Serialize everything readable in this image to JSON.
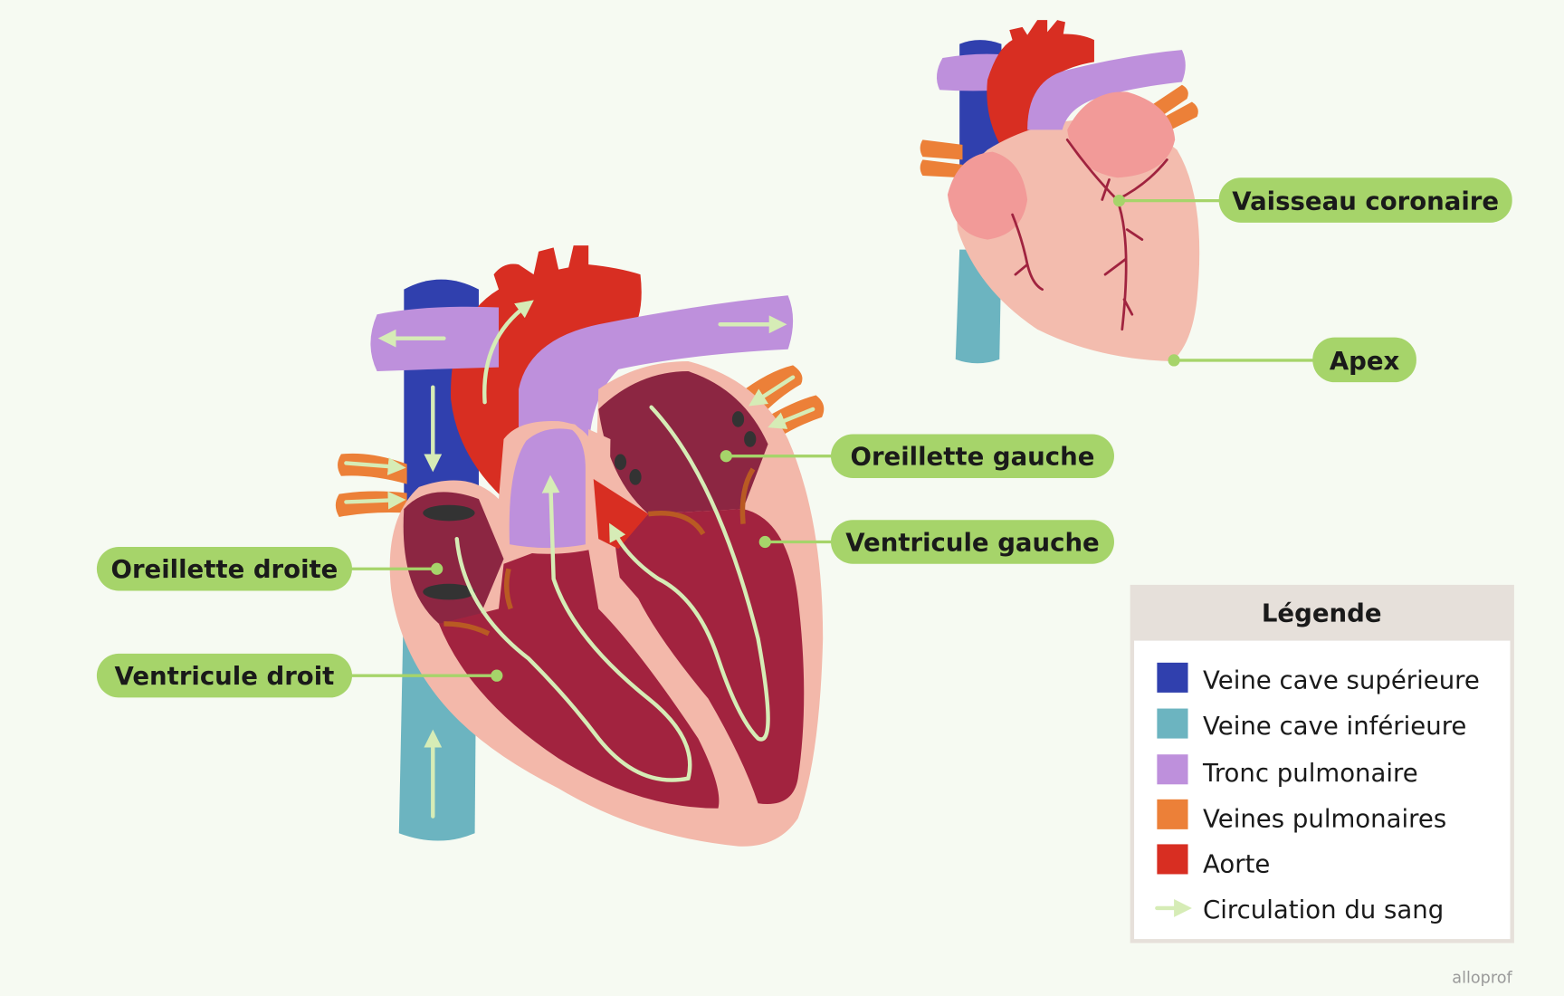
{
  "labels": {
    "oreillette_droite": "Oreillette droite",
    "ventricule_droit": "Ventricule droit",
    "oreillette_gauche": "Oreillette gauche",
    "ventricule_gauche": "Ventricule gauche",
    "vaisseau_coronaire": "Vaisseau coronaire",
    "apex": "Apex"
  },
  "legend": {
    "title": "Légende",
    "items": [
      {
        "label": "Veine cave supérieure",
        "color": "#3040ae"
      },
      {
        "label": "Veine cave inférieure",
        "color": "#6cb4c0"
      },
      {
        "label": "Tronc pulmonaire",
        "color": "#be90dc"
      },
      {
        "label": "Veines pulmonaires",
        "color": "#ec8038"
      },
      {
        "label": "Aorte",
        "color": "#d82e22"
      },
      {
        "label": "Circulation du sang",
        "color": "#d6ecb6"
      }
    ]
  },
  "colors": {
    "label_pill": "#a6d46a",
    "wall": "#f3b8aa",
    "ventricle": "#a2233f",
    "atrium": "#8c2642",
    "atrium_small": "#f29a98"
  },
  "watermark": "alloprof"
}
